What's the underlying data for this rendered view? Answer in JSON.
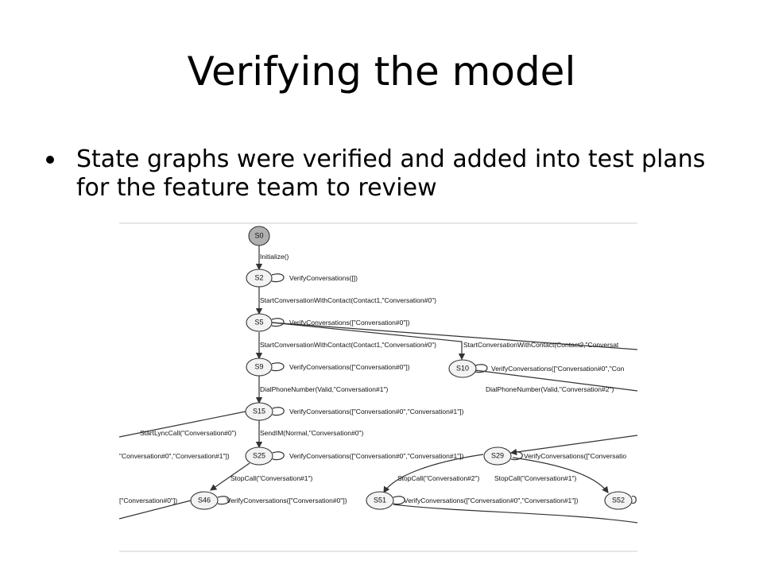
{
  "slide": {
    "title": "Verifying the model",
    "bullets": [
      {
        "text": "State graphs were verified and added into test plans for the feature team to review"
      }
    ]
  },
  "diagram": {
    "nodes": {
      "s0": "S0",
      "s2": "S2",
      "s5": "S5",
      "s9": "S9",
      "s10": "S10",
      "s15": "S15",
      "s25": "S25",
      "s29": "S29",
      "s46": "S46",
      "s51": "S51",
      "s52": "S52"
    },
    "edge_labels": {
      "initialize": "Initialize()",
      "verify_s2": "VerifyConversations([])",
      "start_contact1_a": "StartConversationWithContact(Contact1,\"Conversation#0\")",
      "verify_s5": "VerifyConversations([\"Conversation#0\"])",
      "start_contact1_b": "StartConversationWithContact(Contact1,\"Conversation#0\")",
      "start_contact2": "StartConversationWithContact(Contact2,\"Conversat",
      "verify_s9": "VerifyConversations([\"Conversation#0\"])",
      "verify_s10": "VerifyConversations([\"Conversation#0\",\"Con",
      "dial_s9": "DialPhoneNumber(Valid,\"Conversation#1\")",
      "dial_s10": "DialPhoneNumber(Valid,\"Conversation#2\")",
      "verify_s15": "VerifyConversations([\"Conversation#0\",\"Conversation#1\"])",
      "start_lync": "StartLyncCall(\"Conversation#0\")",
      "send_im": "SendIM(Normal,\"Conversation#0\")",
      "left_cut_25": "\"Conversation#0\",\"Conversation#1\"])",
      "verify_s25": "VerifyConversations([\"Conversation#0\",\"Conversation#1\"])",
      "verify_s29": "VerifyConversations([\"Conversatio",
      "stopcall_1_left": "StopCall(\"Conversation#1\")",
      "stopcall_2": "StopCall(\"Conversation#2\")",
      "stopcall_1_right": "StopCall(\"Conversation#1\")",
      "left_cut_46": "[\"Conversation#0\"])",
      "verify_s46": "VerifyConversations([\"Conversation#0\"])",
      "verify_s51": "VerifyConversations([\"Conversation#0\",\"Conversation#1\"])"
    }
  }
}
